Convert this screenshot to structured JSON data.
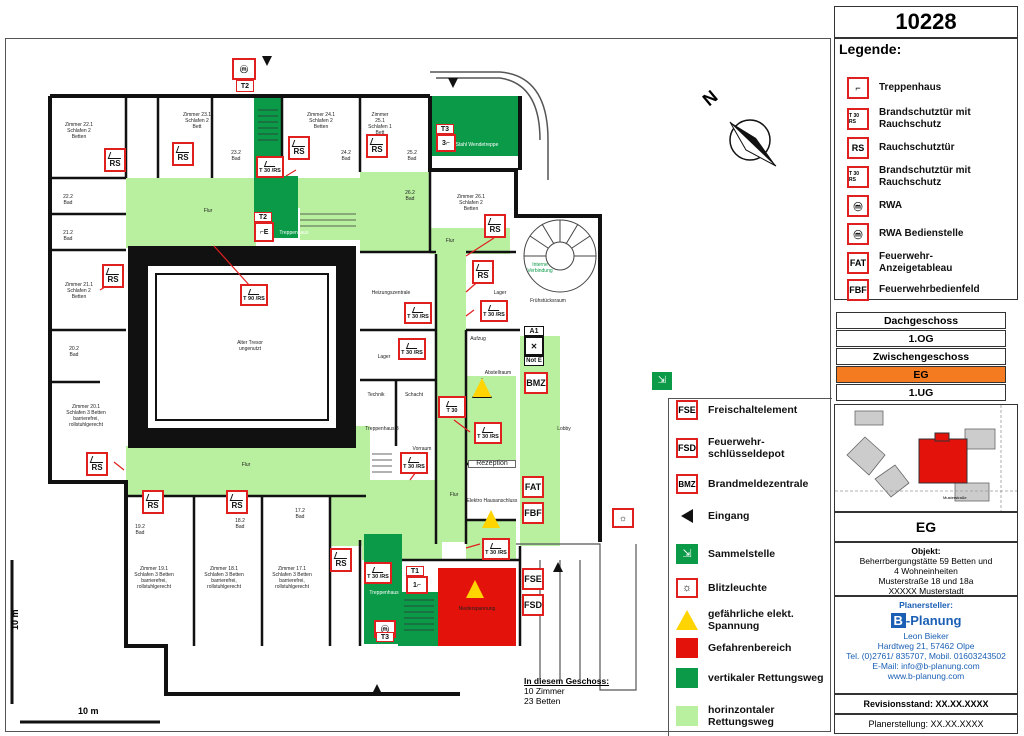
{
  "plan_number": "10228",
  "legend": {
    "title": "Legende:",
    "items": [
      {
        "symbol": "stair",
        "label": "Treppenhaus"
      },
      {
        "symbol": "T 30 RS",
        "label": "Brandschutztür mit Rauchschutz"
      },
      {
        "symbol": "RS",
        "label": "Rauchschutztür"
      },
      {
        "symbol": "T 30 RS",
        "label": "Brandschutztür mit Rauchschutz"
      },
      {
        "symbol": "rwa",
        "label": "RWA"
      },
      {
        "symbol": "rwa",
        "label": "RWA Bedienstelle"
      },
      {
        "symbol": "FAT",
        "label": "Feuerwehr-Anzeigetableau"
      },
      {
        "symbol": "FBF",
        "label": "Feuerwehrbedienfeld"
      }
    ]
  },
  "floors": [
    {
      "label": "Dachgeschoss",
      "active": false
    },
    {
      "label": "1.OG",
      "active": false
    },
    {
      "label": "Zwischengeschoss",
      "active": false
    },
    {
      "label": "EG",
      "active": true
    },
    {
      "label": "1.UG",
      "active": false
    }
  ],
  "lower_legend": [
    {
      "symbol": "FSE",
      "label": "Freischaltelement"
    },
    {
      "symbol": "FSD",
      "label": "Feuerwehr-schlüsseldepot"
    },
    {
      "symbol": "BMZ",
      "label": "Brandmeldezentrale"
    },
    {
      "symbol": "entrance-arrow",
      "label": "Eingang"
    },
    {
      "symbol": "assembly-point",
      "label": "Sammelstelle"
    },
    {
      "symbol": "strobe",
      "label": "Blitzleuchte"
    },
    {
      "symbol": "voltage-warning",
      "label": "gefährliche elekt. Spannung"
    },
    {
      "symbol": "red-area",
      "label": "Gefahrenbereich"
    },
    {
      "symbol": "dark-green-area",
      "label": "vertikaler Rettungsweg"
    },
    {
      "symbol": "light-green-area",
      "label": "horinzontaler Rettungsweg"
    }
  ],
  "colors": {
    "accent_red": "#e0201e",
    "active_floor": "#f47b20",
    "dark_green": "#0a9a48",
    "light_green": "#b9f0a0",
    "danger_red": "#e3120b",
    "brand_blue": "#1a5fb4"
  },
  "site_map": {
    "street_label": "Musterstraße"
  },
  "view_label": "EG",
  "object": {
    "heading": "Objekt:",
    "line1": "Beherrbergungstätte 59 Betten und",
    "line2": "4 Wohneinheiten",
    "line3": "Musterstraße 18 und 18a",
    "line4": "XXXXX Musterstadt"
  },
  "planer": {
    "heading": "Planersteller:",
    "logo_b": "B",
    "logo_text": "-Planung",
    "name": "Leon Bieker",
    "address": "Hardtweg 21, 57462 Olpe",
    "phone": "Tel. (0)2761/ 835707, Mobil. 01603243502",
    "email": "E-Mail: info@b-planung.com",
    "web": "www.b-planung.com"
  },
  "revision": "Revisionsstand: XX.XX.XXXX",
  "created": "Planerstellung: XX.XX.XXXX",
  "floor_summary": {
    "title": "In diesem Geschoss:",
    "rooms": "10 Zimmer",
    "beds": "23 Betten"
  },
  "scale": {
    "vertical": "10 m",
    "horizontal": "10 m"
  },
  "plan": {
    "courtyard": "Alter Tresor ungenutzt",
    "rooms": {
      "z22": "Zimmer 22.1 Schlafen 2 Betten",
      "z23": "Zimmer 23.1 Schlafen 2 Bett",
      "z24": "Zimmer 24.1 Schlafen 2 Betten",
      "z25": "Zimmer 25.1 Schlafen 1 Bett",
      "z26": "Zimmer 26.1 Schlafen 2 Betten",
      "z21": "Zimmer 21.1 Schlafen 2 Betten",
      "z20": "Zimmer 20.1 Schlafen 3 Betten barrierefrei, rollstuhlgerecht",
      "z19": "Zimmer 19.1 Schlafen 3 Betten barrierefrei, rollstuhlgerecht",
      "z18": "Zimmer 18.1 Schlafen 3 Betten barrierefrei, rollstuhlgerecht",
      "z17": "Zimmer 17.1 Schlafen 3 Betten barrierefrei, rollstuhlgerecht",
      "b22": "22.2 Bad",
      "b21": "21.2 Bad",
      "b23": "23.2 Bad",
      "b24": "24.2 Bad",
      "b25": "25.2 Bad",
      "b26": "26.2 Bad",
      "b20": "20.2 Bad",
      "b19": "19.2 Bad",
      "b18": "18.2 Bad",
      "b17": "17.2 Bad",
      "flur1": "Flur",
      "flur2": "Flur",
      "flur3": "Flur",
      "flur4": "Flur",
      "heizung": "Heizungszentrale",
      "lager1": "Lager",
      "lager2": "Lager",
      "technik": "Technik",
      "schacht": "Schacht",
      "treppe3": "Treppenhaus 3",
      "vorraum": "Vorraum",
      "treppenhaus": "Treppenhaus",
      "treppenhaus2": "Treppenhaus",
      "aufzug": "Aufzug",
      "abstellraum": "Abstellraum",
      "lobby": "Lobby",
      "rezeption": "Rezeption",
      "hausanschluss": "Elektro Hausanschluss",
      "niederspannung": "Niederspannung",
      "fruehstueck": "Frühstücksraum",
      "stahltreppe": "Stahl Wendetreppe",
      "verbindung": "Interne Verbindung",
      "a1": "A1",
      "notE": "Not E"
    },
    "tags": {
      "t1": "T1",
      "t2": "T2",
      "t2b": "T2",
      "t3": "T3",
      "t3b": "T3"
    },
    "door_rs": "RS",
    "door_t30": "T 30 /RS",
    "door_t90": "T 90 /RS",
    "door_t30_short": "T 30",
    "compass": "N"
  }
}
